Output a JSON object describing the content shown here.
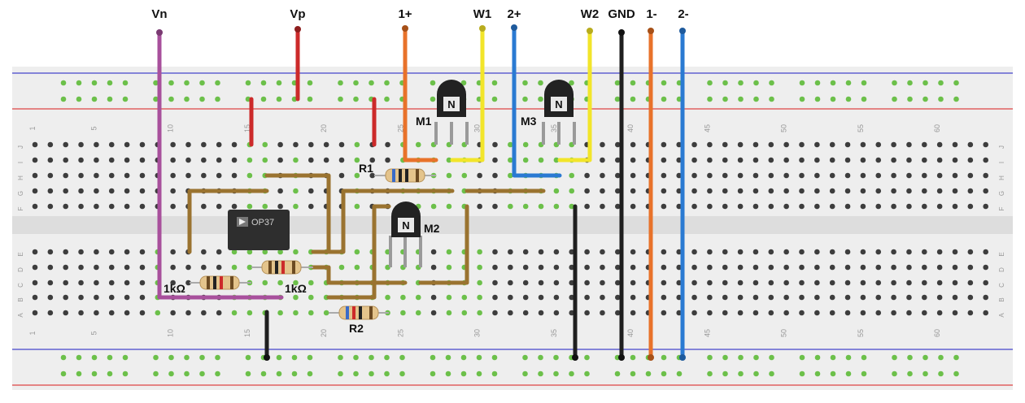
{
  "labels": {
    "vn": "Vn",
    "vp": "Vp",
    "plus1": "1+",
    "w1": "W1",
    "plus2": "2+",
    "w2": "W2",
    "gnd": "GND",
    "minus1": "1-",
    "minus2": "2-"
  },
  "components": {
    "r1": "R1",
    "r2": "R2",
    "r_left": "1kΩ",
    "r_mid": "1kΩ",
    "m1": "M1",
    "m2": "M2",
    "m3": "M3",
    "opamp": "OP37",
    "transistor_glyph": "N"
  },
  "rows_top": [
    "J",
    "I",
    "H",
    "G",
    "F"
  ],
  "rows_bottom": [
    "E",
    "D",
    "C",
    "B",
    "A"
  ],
  "column_numbers": [
    "1",
    "5",
    "10",
    "15",
    "20",
    "25",
    "30",
    "35",
    "40",
    "45",
    "50",
    "55",
    "60"
  ],
  "colors": {
    "purple": "#a8509c",
    "red": "#cc2a2a",
    "orange": "#e8722a",
    "yellow": "#f2e52a",
    "blue": "#2a7ad2",
    "black": "#1f1f1f",
    "brown": "#9a7330",
    "hole_green": "#6cc04a",
    "board": "#eeeeee",
    "rail_red": "#d44",
    "rail_blue": "#44c"
  }
}
